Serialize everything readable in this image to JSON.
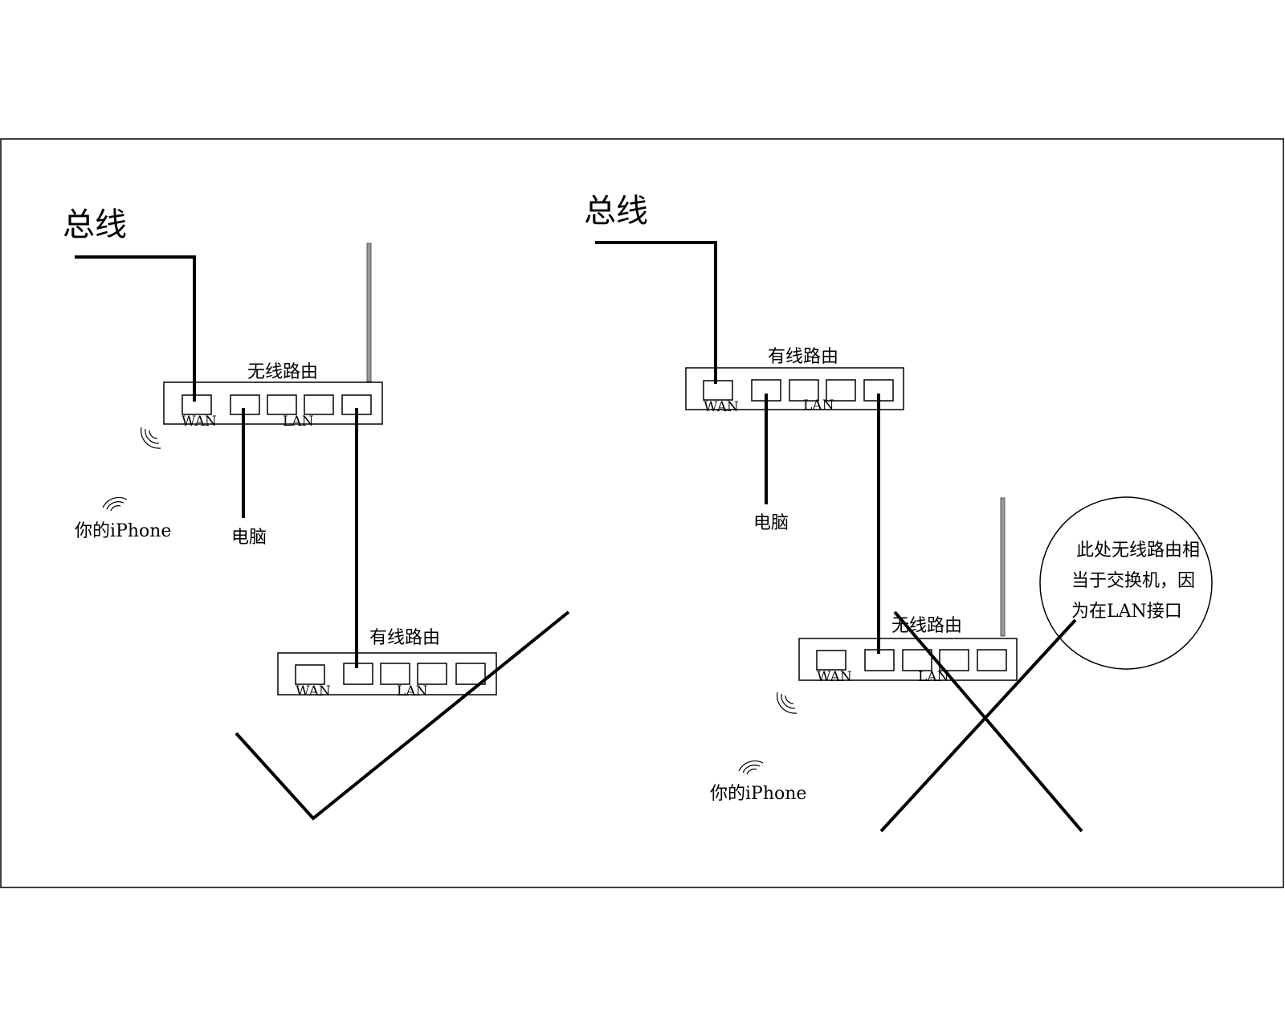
{
  "left_diagram": {
    "main_line_label": "总线",
    "wireless_router": {
      "label": "无线路由",
      "wan_label": "WAN",
      "lan_label": "LAN"
    },
    "computer_label": "电脑",
    "iphone_label": "你的iPhone",
    "wired_router": {
      "label": "有线路由",
      "wan_label": "WAN",
      "lan_label": "LAN"
    },
    "verdict": "correct"
  },
  "right_diagram": {
    "main_line_label": "总线",
    "wired_router": {
      "label": "有线路由",
      "wan_label": "WAN",
      "lan_label": "LAN"
    },
    "computer_label": "电脑",
    "wireless_router": {
      "label": "无线路由",
      "wan_label": "WAN",
      "lan_label": "LAN"
    },
    "iphone_label": "你的iPhone",
    "note_lines": [
      "此处无线路由相",
      "当于交换机，因",
      "为在LAN接口"
    ],
    "verdict": "wrong"
  },
  "colors": {
    "stroke": "#000000",
    "antenna": "#777777",
    "background": "#ffffff"
  },
  "icons": [
    "wifi-icon",
    "antenna-icon",
    "check-mark-icon",
    "cross-mark-icon"
  ]
}
